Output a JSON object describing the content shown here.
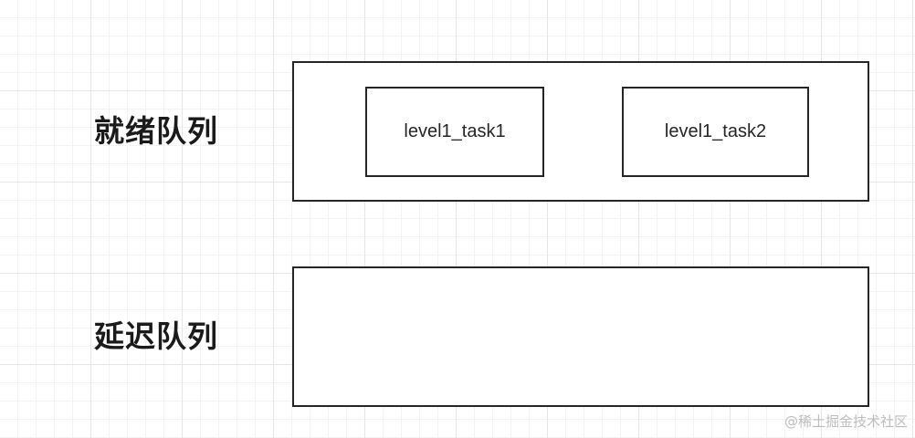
{
  "queues": {
    "ready": {
      "label": "就绪队列",
      "tasks": [
        "level1_task1",
        "level1_task2"
      ]
    },
    "delay": {
      "label": "延迟队列",
      "tasks": []
    }
  },
  "watermark": "@稀土掘金技术社区"
}
